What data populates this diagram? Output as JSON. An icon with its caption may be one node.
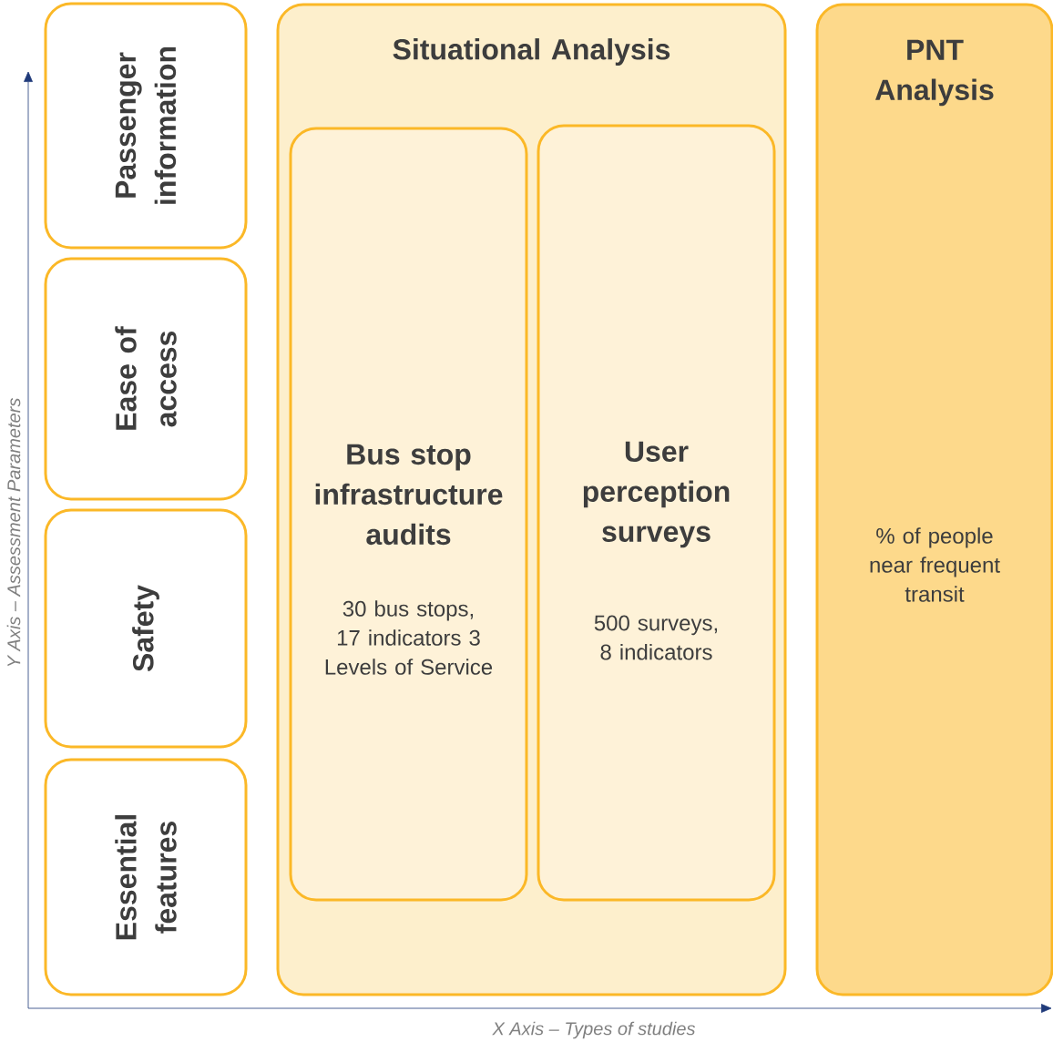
{
  "diagram": {
    "nodes": [
      {
        "text": [
          "Passenger information"
        ]
      },
      {
        "text": [
          "Ease of access"
        ]
      },
      {
        "text": [
          "Safety"
        ]
      },
      {
        "text": [
          "Essential features"
        ]
      },
      {
        "text": [
          "Situational Analysis"
        ]
      },
      {
        "text": [
          "Bus stop infrastructure audits",
          "30 bus stops, 17 indicators 3 Levels of Service"
        ],
        "in": 4
      },
      {
        "text": [
          "User perception surveys",
          "500 surveys, 8 indicators"
        ],
        "in": 4
      },
      {
        "text": [
          "PNT Analysis",
          "% of people near frequent transit"
        ]
      }
    ],
    "edges": [],
    "labels": [
      "Y Axis – Assessment Parameters",
      "X Axis – Types of studies"
    ]
  }
}
